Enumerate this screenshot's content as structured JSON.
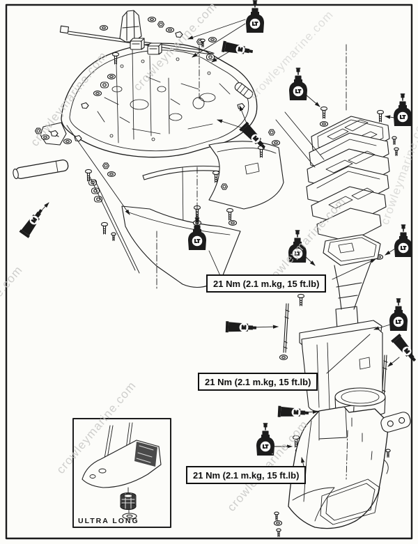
{
  "document": {
    "kind": "outboard-motor-exploded-parts-diagram",
    "watermark_text": "crowleymarine.com"
  },
  "torque_labels": [
    "21 Nm (2.1 m.kg, 15 ft.lb)",
    "21 Nm (2.1 m.kg, 15 ft.lb)",
    "21 Nm (2.1 m.kg, 15 ft.lb)"
  ],
  "inset": {
    "caption": "ULTRA LONG"
  },
  "icons": {
    "loctite": "LT",
    "grease": "M"
  },
  "colors": {
    "line": "#1c1c1c",
    "paper": "#fcfcf9",
    "watermark": "#c7c7c5",
    "label_border": "#101010"
  }
}
